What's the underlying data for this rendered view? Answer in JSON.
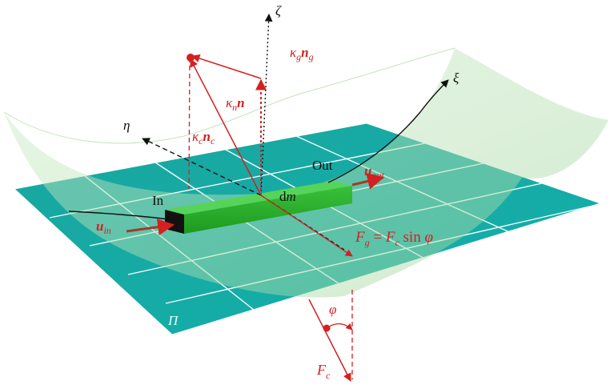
{
  "labels": {
    "zeta": "ζ",
    "xi": "ξ",
    "eta": "η",
    "kg_k": "κ",
    "kg_ksub": "g",
    "kg_n": "n",
    "kg_nsub": "g",
    "kn_k": "κ",
    "kn_ksub": "n",
    "kn_n": "n",
    "kc_k": "κ",
    "kc_ksub": "c",
    "kc_n": "n",
    "kc_nsub": "c",
    "out": "Out",
    "in": "In",
    "dm_d": "d",
    "dm_m": "m",
    "uout_u": "u",
    "uout_sub": "out",
    "uin_u": "u",
    "uin_sub": "in",
    "fg_F": "F",
    "fg_sub": "g",
    "fg_eq": " = ",
    "fg_F2": "F",
    "fg_sub2": "c",
    "fg_sin": " sin ",
    "fg_phi": "φ",
    "plane": "Π",
    "phi": "φ",
    "fc_F": "F",
    "fc_sub": "c"
  },
  "colors": {
    "plane": "#1aa6a0",
    "surface": "#b7e3b0",
    "body": "#22aa22",
    "force": "#d42020",
    "axis": "#111111"
  }
}
